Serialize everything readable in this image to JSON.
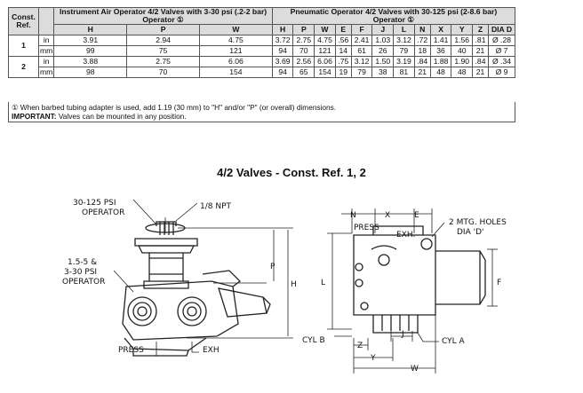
{
  "table": {
    "const_header": "Const. Ref.",
    "instrument_header": "Instrument Air Operator 4/2 Valves with 3-30 psi (.2-2 bar) Operator ①",
    "pneumatic_header": "Pneumatic Operator 4/2 Valves with 30-125 psi (2-8.6 bar) Operator ①",
    "columns": [
      "H",
      "P",
      "W",
      "H",
      "P",
      "W",
      "E",
      "F",
      "J",
      "L",
      "N",
      "X",
      "Y",
      "Z",
      "DIA D"
    ],
    "rows": [
      {
        "ref": "1",
        "unit": "in",
        "values": [
          "3.91",
          "2.94",
          "4.75",
          "3.72",
          "2.75",
          "4.75",
          ".56",
          "2.41",
          "1.03",
          "3.12",
          ".72",
          "1.41",
          "1.56",
          ".81",
          "Ø .28"
        ]
      },
      {
        "ref": "1",
        "unit": "mm",
        "values": [
          "99",
          "75",
          "121",
          "94",
          "70",
          "121",
          "14",
          "61",
          "26",
          "79",
          "18",
          "36",
          "40",
          "21",
          "Ø 7"
        ]
      },
      {
        "ref": "2",
        "unit": "in",
        "values": [
          "3.88",
          "2.75",
          "6.06",
          "3.69",
          "2.56",
          "6.06",
          ".75",
          "3.12",
          "1.50",
          "3.19",
          ".84",
          "1.88",
          "1.90",
          ".84",
          "Ø .34"
        ]
      },
      {
        "ref": "2",
        "unit": "mm",
        "values": [
          "98",
          "70",
          "154",
          "94",
          "65",
          "154",
          "19",
          "79",
          "38",
          "81",
          "21",
          "48",
          "48",
          "21",
          "Ø 9"
        ]
      }
    ]
  },
  "notes": {
    "line1": "① When barbed tubing adapter is used, add 1.19 (30 mm) to \"H\" and/or \"P\" (or overall) dimensions.",
    "important_label": "IMPORTANT:",
    "important_text": " Valves can be mounted in any position."
  },
  "drawing": {
    "title": "4/2 Valves - Const. Ref. 1, 2",
    "left": {
      "op_30_125_l1": "30-125 PSI",
      "op_30_125_l2": "OPERATOR",
      "npt": "1/8 NPT",
      "op_15_l1": "1.5-5 &",
      "op_15_l2": "3-30 PSI",
      "op_15_l3": "OPERATOR",
      "press": "PRESS",
      "exh": "EXH",
      "dim_p": "P",
      "dim_h": "H"
    },
    "right": {
      "n": "N",
      "x": "X",
      "e": "E",
      "press": "PRESS",
      "exh": "EXH.",
      "holes_l1": "2 MTG. HOLES",
      "holes_l2": "DIA 'D'",
      "l": "L",
      "f": "F",
      "j": "J",
      "cyl_b": "CYL B",
      "cyl_a": "CYL A",
      "z": "Z",
      "y": "Y",
      "w": "W"
    }
  }
}
